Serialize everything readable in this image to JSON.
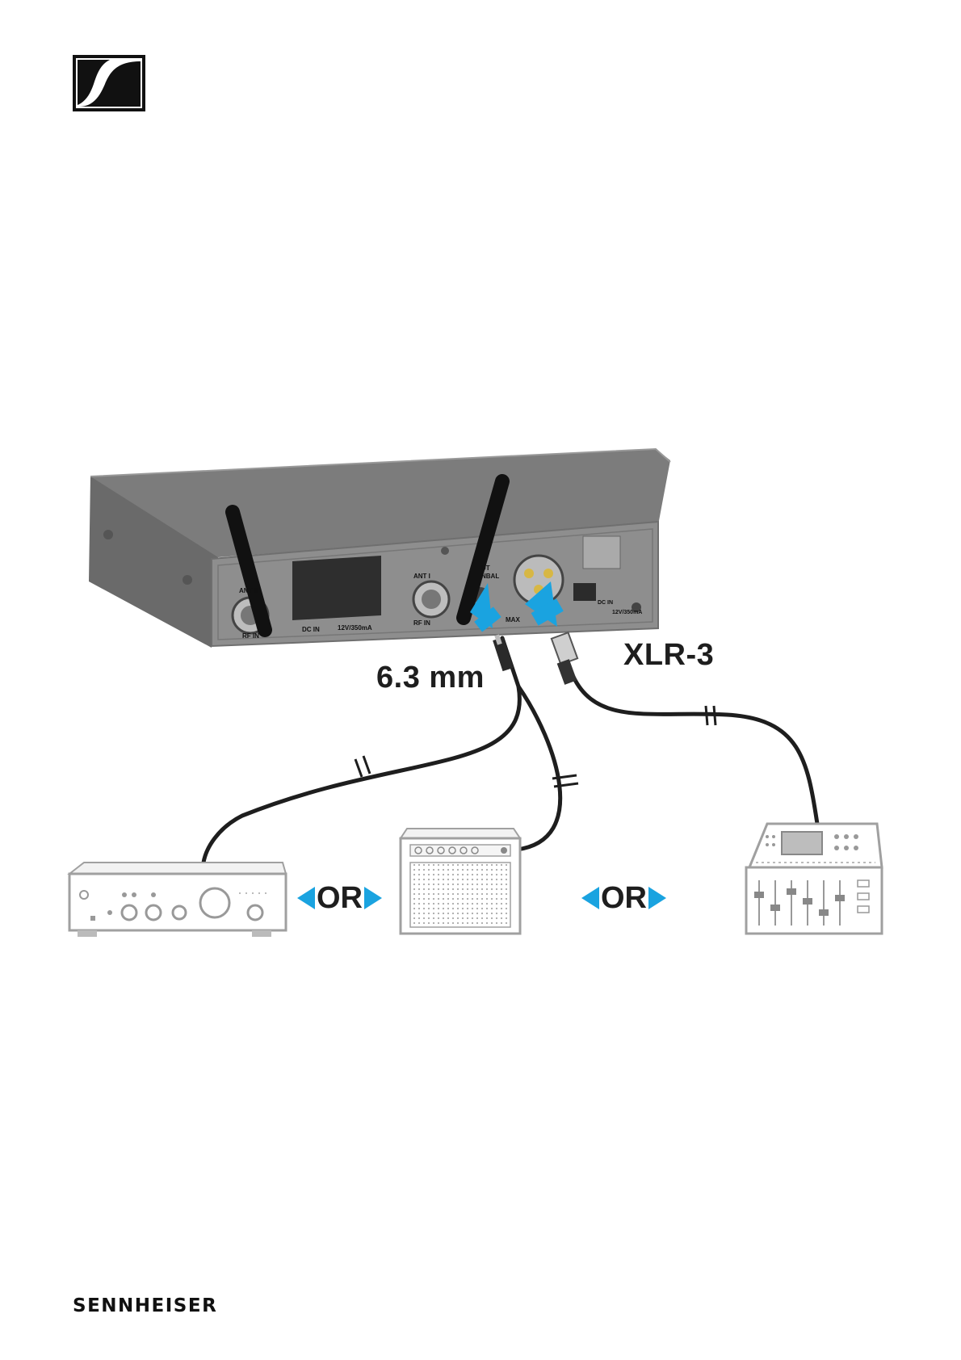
{
  "brand": {
    "wordmark": "SENNHEISER",
    "logo_icon": "sennheiser-s-logo-icon"
  },
  "diagram": {
    "connector_labels": {
      "jack": "6.3 mm",
      "xlr": "XLR-3"
    },
    "or_labels": [
      "OR",
      "OR"
    ],
    "device_panel_labels": {
      "ant_ii": "ANT II",
      "ant_i": "ANT I",
      "rf_in_left": "RF IN",
      "rf_in_right": "RF IN",
      "dc_in_left": "DC IN",
      "power_left": "12V/350mA",
      "dc_in_right": "DC IN",
      "power_right": "12V/350mA",
      "af_out": "UT",
      "unbal": "NBAL",
      "max": "MAX"
    },
    "devices": [
      "receiver",
      "hifi-amplifier",
      "guitar-amplifier",
      "mixing-console"
    ],
    "colors": {
      "arrow_blue": "#1aa3e0",
      "device_grey": "#8a8a8a",
      "cable": "#1e1e1e"
    }
  }
}
